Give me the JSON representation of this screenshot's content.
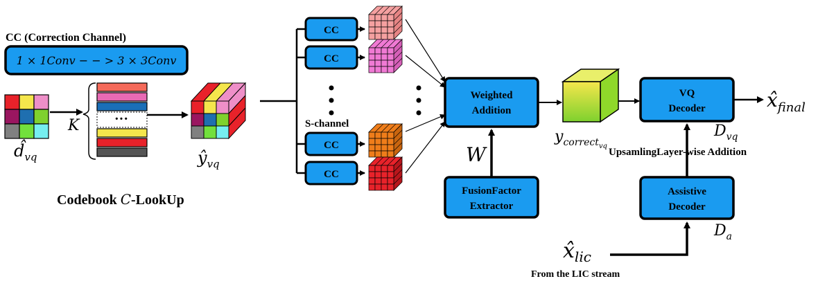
{
  "legend": {
    "title": "CC (Correction Channel)",
    "formula": "1 × 1Conv − − > 3 × 3Conv"
  },
  "codebook": {
    "label_prefix": "Codebook ",
    "label_symbol": "C",
    "label_suffix": "-LookUp",
    "k_label": "K",
    "ellipsis": "···"
  },
  "symbols": {
    "d_vq": "d̂",
    "d_vq_sub": "vq",
    "y_vq": "ŷ",
    "y_vq_sub": "vq",
    "y_correct": "y",
    "y_correct_sub": "correct",
    "y_correct_subsub": "vq",
    "x_final": "x̂",
    "x_final_sub": "final",
    "x_lic": "x̂",
    "x_lic_sub": "lic",
    "w": "W",
    "d_vq_dec": "D",
    "d_vq_dec_sub": "vq",
    "d_a": "D",
    "d_a_sub": "a"
  },
  "channels": {
    "cc_label": "CC",
    "s_channel_label": "S-channel"
  },
  "blocks": {
    "weighted_addition_line1": "Weighted",
    "weighted_addition_line2": "Addition",
    "fusion_line1": "FusionFactor",
    "fusion_line2": "Extractor",
    "vq_decoder_line1": "VQ",
    "vq_decoder_line2": "Decoder",
    "assistive_line1": "Assistive",
    "assistive_line2": "Decoder"
  },
  "annotations": {
    "upsampling": "UpsamlingLayer-wise Addition",
    "from_lic": "From the LIC stream"
  },
  "colors": {
    "block_fill": "#1a9bf0",
    "grid_colors": [
      "#e8222a",
      "#f5e64c",
      "#ee8fc8",
      "#9a1660",
      "#1f6fb0",
      "#7fd12e",
      "#808080",
      "#72e03c",
      "#76eef0"
    ],
    "codebook_stripes": [
      "#f56a5a",
      "#e86ab4",
      "#1a6fb8",
      "#f5e64c",
      "#e8222a",
      "#555555"
    ],
    "cube_pink_light": "#f5a0a0",
    "cube_pink": "#f07ad4",
    "cube_orange": "#ef7d1a",
    "cube_red": "#e8222a",
    "feature_gradient_top": "#f5e64c",
    "feature_gradient_bottom": "#7ed12e"
  }
}
